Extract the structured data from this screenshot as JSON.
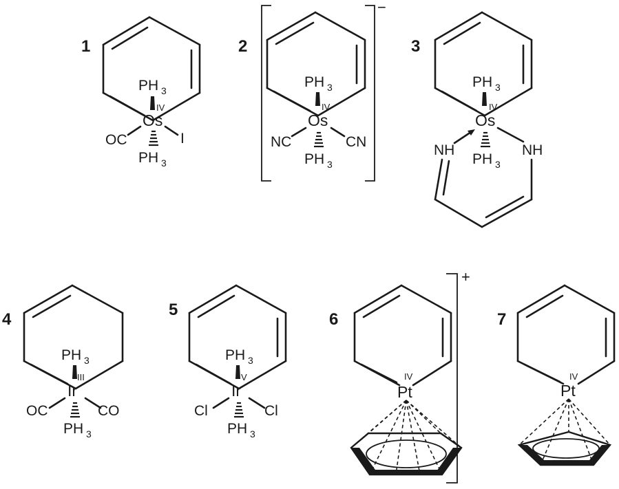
{
  "compounds": [
    {
      "number": "1",
      "metal": "Os",
      "ox": "IV",
      "top": "PH",
      "top_sub": "3",
      "bottom": "PH",
      "bottom_sub": "3",
      "left": "OC",
      "right": "I"
    },
    {
      "number": "2",
      "metal": "Os",
      "ox": "IV",
      "top": "PH",
      "top_sub": "3",
      "bottom": "PH",
      "bottom_sub": "3",
      "left": "NC",
      "right": "CN",
      "charge": "−"
    },
    {
      "number": "3",
      "metal": "Os",
      "ox": "IV",
      "top": "PH",
      "top_sub": "3",
      "bottom": "PH",
      "bottom_sub": "3",
      "left": "NH",
      "right": "NH"
    },
    {
      "number": "4",
      "metal": "Ir",
      "ox": "III",
      "top": "PH",
      "top_sub": "3",
      "bottom": "PH",
      "bottom_sub": "3",
      "left": "OC",
      "right": "CO"
    },
    {
      "number": "5",
      "metal": "Ir",
      "ox": "V",
      "top": "PH",
      "top_sub": "3",
      "bottom": "PH",
      "bottom_sub": "3",
      "left": "Cl",
      "right": "Cl"
    },
    {
      "number": "6",
      "metal": "Pt",
      "ox": "IV",
      "charge": "+"
    },
    {
      "number": "7",
      "metal": "Pt",
      "ox": "IV"
    }
  ]
}
